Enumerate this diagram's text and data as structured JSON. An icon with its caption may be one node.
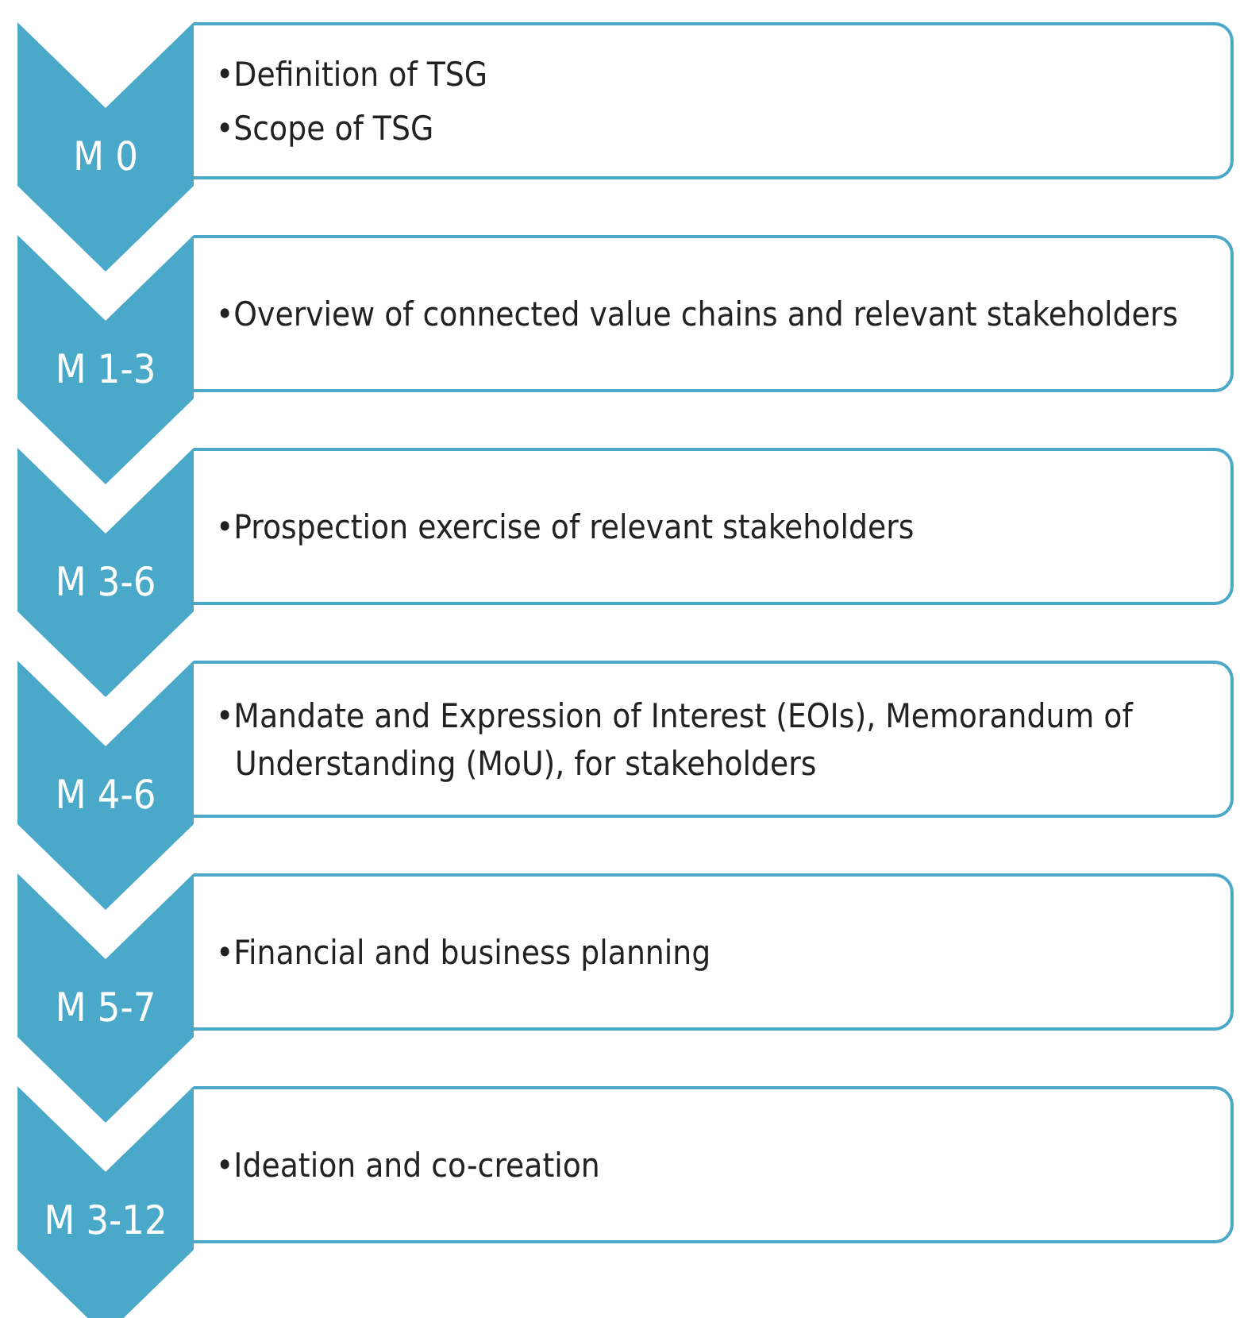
{
  "diagram": {
    "nodes": [
      {
        "text": [
          "M 0"
        ]
      },
      {
        "text": [
          "•Definition of TSG",
          "•Scope of TSG"
        ]
      },
      {
        "text": [
          "M 1-3"
        ]
      },
      {
        "text": [
          "•Overview of connected value chains and relevant stakeholders"
        ]
      },
      {
        "text": [
          "M 3-6"
        ]
      },
      {
        "text": [
          "•Prospection exercise of relevant stakeholders"
        ]
      },
      {
        "text": [
          "M 4-6"
        ]
      },
      {
        "text": [
          "•Mandate and Expression of Interest (EOIs), Memorandum of Understanding (MoU), for stakeholders"
        ]
      },
      {
        "text": [
          "M 5-7"
        ]
      },
      {
        "text": [
          "•Financial and business planning"
        ]
      },
      {
        "text": [
          "M 3-12"
        ]
      },
      {
        "text": [
          "•Ideation and co-creation"
        ]
      }
    ]
  }
}
